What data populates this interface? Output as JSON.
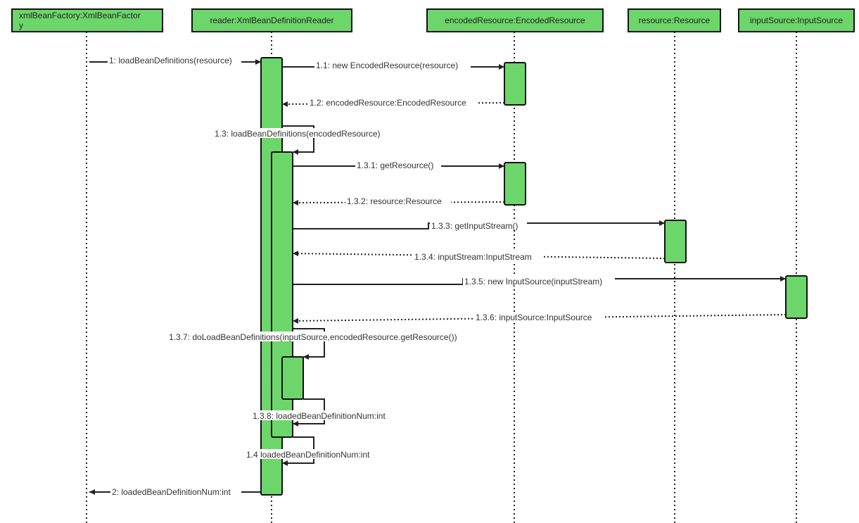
{
  "colors": {
    "fill": "#6dd66a",
    "stroke": "#111111",
    "line": "#222222",
    "text": "#333333"
  },
  "participants": [
    {
      "id": "factory",
      "line1": "xmlBeanFactory:XmlBeanFactor",
      "line2": "y"
    },
    {
      "id": "reader",
      "line1": "reader:XmlBeanDefinitionReader"
    },
    {
      "id": "encoded",
      "line1": "encodedResource:EncodedResource"
    },
    {
      "id": "resource",
      "line1": "resource:Resource"
    },
    {
      "id": "inputsource",
      "line1": "inputSource:InputSource"
    }
  ],
  "messages": [
    {
      "label": "1: loadBeanDefinitions(resource)",
      "from": "factory",
      "to": "reader",
      "kind": "call"
    },
    {
      "label": "1.1: new EncodedResource(resource)",
      "from": "reader",
      "to": "encoded",
      "kind": "call"
    },
    {
      "label": "1.2: encodedResource:EncodedResource",
      "from": "encoded",
      "to": "reader",
      "kind": "return"
    },
    {
      "label": "1.3: loadBeanDefinitions(encodedResource)",
      "from": "reader",
      "to": "reader",
      "kind": "self"
    },
    {
      "label": "1.3.1: getResource()",
      "from": "reader",
      "to": "encoded",
      "kind": "call"
    },
    {
      "label": "1.3.2: resource:Resource",
      "from": "encoded",
      "to": "reader",
      "kind": "return"
    },
    {
      "label": "1.3.3: getInputStream()",
      "from": "reader",
      "to": "resource",
      "kind": "call"
    },
    {
      "label": "1.3.4: inputStream:InputStream",
      "from": "resource",
      "to": "reader",
      "kind": "return"
    },
    {
      "label": "1.3.5: new InputSource(inputStream)",
      "from": "reader",
      "to": "inputsource",
      "kind": "call"
    },
    {
      "label": "1.3.6: inputSource:InputSource",
      "from": "inputsource",
      "to": "reader",
      "kind": "return"
    },
    {
      "label": "1.3.7: doLoadBeanDefinitions(inputSource,encodedResource.getResource())",
      "from": "reader",
      "to": "reader",
      "kind": "self"
    },
    {
      "label": "1.3.8: loadedBeanDefinitionNum:int",
      "from": "reader",
      "to": "reader",
      "kind": "self-return"
    },
    {
      "label": "1.4 loadedBeanDefinitionNum:int",
      "from": "reader",
      "to": "reader",
      "kind": "self-return"
    },
    {
      "label": "2: loadedBeanDefinitionNum:int",
      "from": "reader",
      "to": "factory",
      "kind": "return"
    }
  ]
}
